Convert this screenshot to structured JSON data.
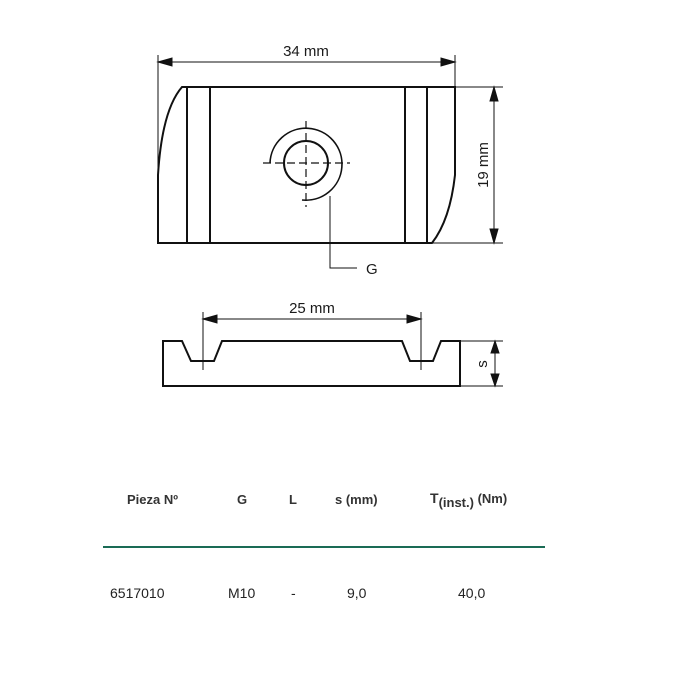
{
  "drawing": {
    "top_view": {
      "width_label": "34 mm",
      "height_label": "19 mm",
      "thread_label": "G"
    },
    "side_view": {
      "width_label": "25 mm",
      "thickness_label": "s"
    }
  },
  "table": {
    "rule_color": "#1a6b55",
    "headers": {
      "part_no": "Pieza Nº",
      "g": "G",
      "l": "L",
      "s": "s (mm)",
      "t_main": "T",
      "t_sub": "(inst.)",
      "t_unit": " (Nm)"
    },
    "rows": [
      {
        "part_no": "6517010",
        "g": "M10",
        "l": "-",
        "s": "9,0",
        "t": "40,0"
      }
    ]
  }
}
